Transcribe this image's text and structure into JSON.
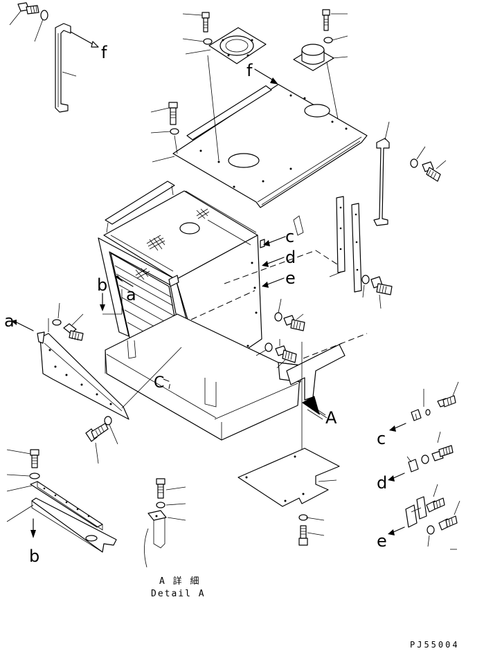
{
  "view_labels": {
    "a_left": "a",
    "b_mid": "b",
    "a_mid": "a",
    "b_bottom": "b",
    "c_right": "c",
    "d_right": "d",
    "e_right": "e",
    "c_detail": "c",
    "d_detail": "d",
    "e_detail": "e",
    "f_top": "f",
    "f_plate": "f",
    "A_arrow": "A",
    "C_body": "C"
  },
  "detail_caption": {
    "japanese": "A 詳 細",
    "english": "Detail A"
  },
  "drawing_code": "PJ55004"
}
